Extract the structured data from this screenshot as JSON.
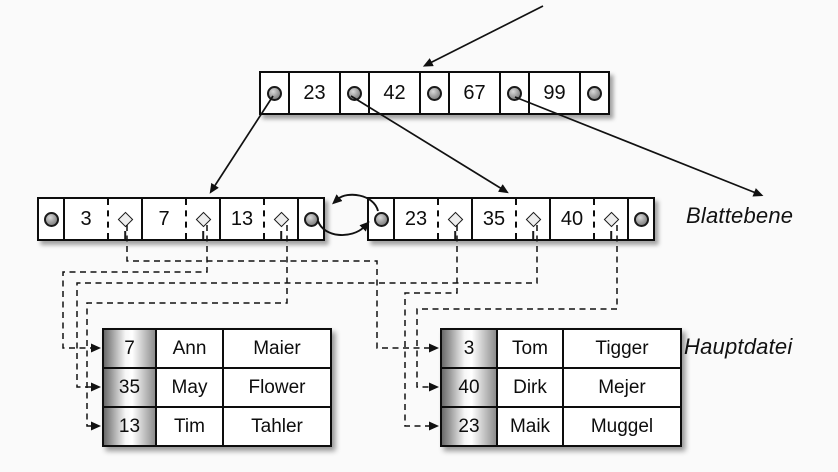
{
  "labels": {
    "leaf_level": "Blattebene",
    "main_file": "Hauptdatei"
  },
  "tree": {
    "root": {
      "keys": [
        "23",
        "42",
        "67",
        "99"
      ]
    },
    "leaves": [
      {
        "keys": [
          "3",
          "7",
          "13"
        ]
      },
      {
        "keys": [
          "23",
          "35",
          "40"
        ]
      }
    ]
  },
  "main_file": {
    "tables": [
      {
        "rows": [
          {
            "key": "7",
            "first": "Ann",
            "last": "Maier"
          },
          {
            "key": "35",
            "first": "May",
            "last": "Flower"
          },
          {
            "key": "13",
            "first": "Tim",
            "last": "Tahler"
          }
        ]
      },
      {
        "rows": [
          {
            "key": "3",
            "first": "Tom",
            "last": "Tigger"
          },
          {
            "key": "40",
            "first": "Dirk",
            "last": "Mejer"
          },
          {
            "key": "23",
            "first": "Maik",
            "last": "Muggel"
          }
        ]
      }
    ]
  },
  "colors": {
    "background": "#fafafa",
    "line": "#111111",
    "node_fill": "#ffffff",
    "pointer_circle": "#8c8c8c",
    "key_column_gradient": [
      "#6a6a6a",
      "#ffffff",
      "#8d8d8d"
    ]
  }
}
